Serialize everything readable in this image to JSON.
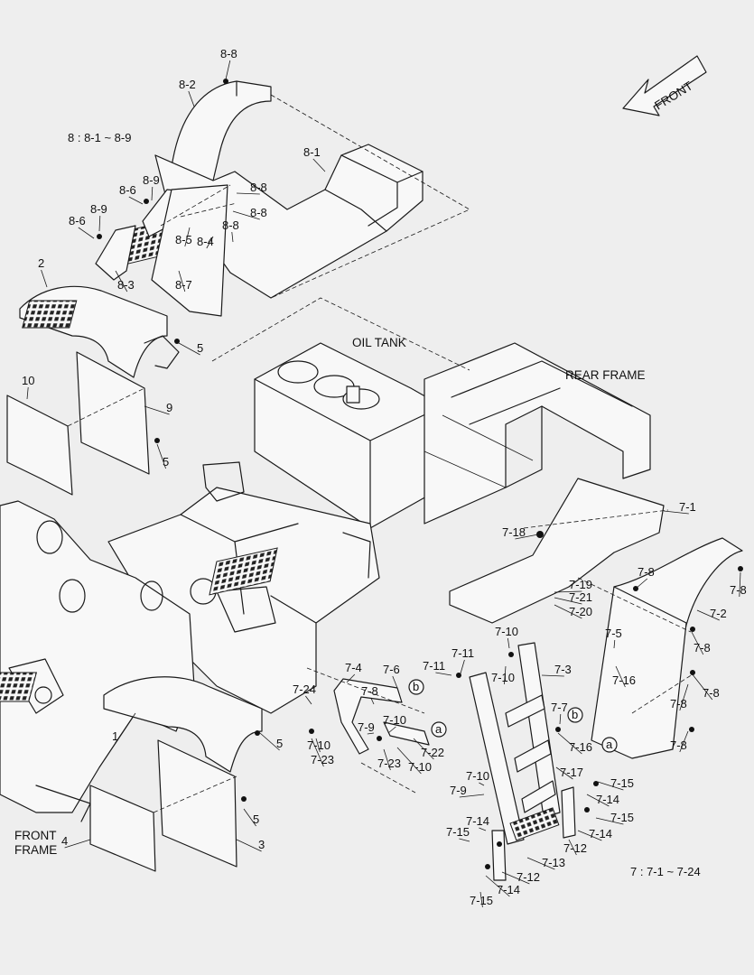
{
  "header": {
    "group8_note": "8 : 8-1 ~ 8-9",
    "group7_note": "7 : 7-1 ~ 7-24",
    "front_arrow": "FRONT"
  },
  "assemblies": {
    "oil_tank": "OIL TANK",
    "rear_frame": "REAR FRAME",
    "front_frame_line1": "FRONT",
    "front_frame_line2": "FRAME"
  },
  "callouts": {
    "a1": "a",
    "a2": "a",
    "b1": "b",
    "b2": "b"
  },
  "part_labels": [
    "8-8",
    "8-2",
    "8-1",
    "8-9",
    "8-6",
    "8-9",
    "8-6",
    "8-8",
    "8-8",
    "8-8",
    "8-5",
    "8-4",
    "8-3",
    "8-7",
    "2",
    "5",
    "10",
    "9",
    "5",
    "7-18",
    "7-1",
    "7-19",
    "7-21",
    "7-20",
    "7-8",
    "7-8",
    "7-2",
    "7-5",
    "7-8",
    "7-16",
    "7-8",
    "7-8",
    "7-7",
    "7-16",
    "7-8",
    "7-4",
    "7-6",
    "7-10",
    "7-11",
    "7-10",
    "7-11",
    "7-3",
    "7-24",
    "7-8",
    "7-10",
    "7-9",
    "7-10",
    "7-22",
    "7-23",
    "7-10",
    "7-23",
    "7-17",
    "7-15",
    "7-10",
    "7-14",
    "7-9",
    "7-15",
    "7-14",
    "7-14",
    "7-15",
    "7-12",
    "7-13",
    "7-12",
    "7-14",
    "7-15",
    "1",
    "5",
    "5",
    "4",
    "3"
  ]
}
